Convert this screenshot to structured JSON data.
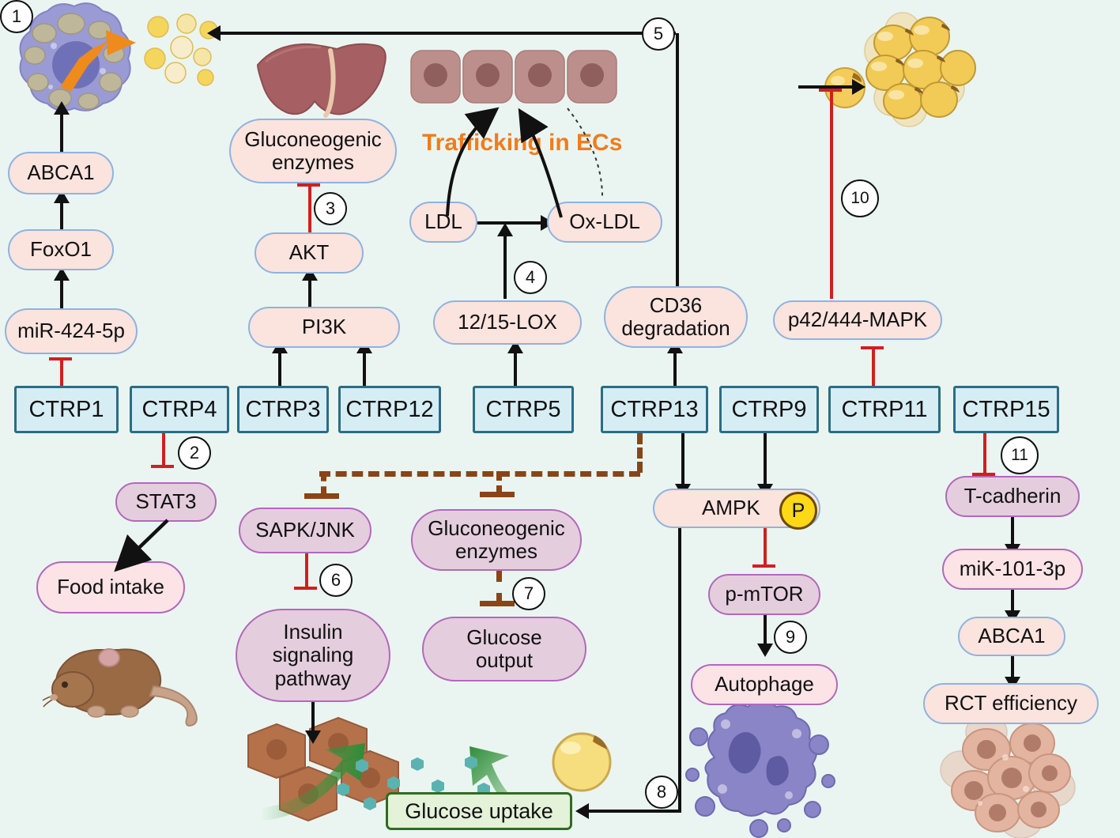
{
  "figure": {
    "background_color": "#eaf5f1",
    "accent_orange": "#f07c1e",
    "inhibit_red": "#d11f1f",
    "dashed_brown": "#8a4415",
    "ctrp_box_fill": "#d7edf4",
    "ctrp_box_border": "#2a6d86",
    "pink_fill": "#fbe3de",
    "blue_outline": "#8fb3de",
    "mauve_fill": "#e4cedd",
    "purple_outline": "#b368bb",
    "green_fill": "#e3f2d8",
    "green_outline": "#2f6b22",
    "phospho_badge": "P"
  },
  "annotations": {
    "trafficking": "Trafficking in ECs"
  },
  "ctrp_row": [
    {
      "id": "ctrp1",
      "label": "CTRP1"
    },
    {
      "id": "ctrp4",
      "label": "CTRP4"
    },
    {
      "id": "ctrp3",
      "label": "CTRP3"
    },
    {
      "id": "ctrp12",
      "label": "CTRP12"
    },
    {
      "id": "ctrp5",
      "label": "CTRP5"
    },
    {
      "id": "ctrp13",
      "label": "CTRP13"
    },
    {
      "id": "ctrp9",
      "label": "CTRP9"
    },
    {
      "id": "ctrp11",
      "label": "CTRP11"
    },
    {
      "id": "ctrp15",
      "label": "CTRP15"
    }
  ],
  "nodes": {
    "abca1_top": "ABCA1",
    "foxo1": "FoxO1",
    "mir424": "miR-424-5p",
    "stat3": "STAT3",
    "food_intake": "Food intake",
    "gluconeogenic_enzymes_top": "Gluconeogenic\nenzymes",
    "akt": "AKT",
    "pi3k": "PI3K",
    "ldl": "LDL",
    "oxldl": "Ox-LDL",
    "lox": "12/15-LOX",
    "cd36": "CD36\ndegradation",
    "mapk": "p42/444-MAPK",
    "sapk_jnk": "SAPK/JNK",
    "insulin_pathway": "Insulin\nsignaling\npathway",
    "gluconeogenic_enzymes_bottom": "Gluconeogenic\nenzymes",
    "glucose_output": "Glucose\noutput",
    "glucose_uptake": "Glucose uptake",
    "ampk": "AMPK",
    "pmtor": "p-mTOR",
    "autophage": "Autophage",
    "t_cadherin": "T-cadherin",
    "mik101": "miK-101-3p",
    "abca1_bottom": "ABCA1",
    "rct": "RCT  efficiency"
  },
  "markers": [
    {
      "id": "m1",
      "label": "1",
      "relation": "inhibition",
      "from": "CTRP1",
      "to": "miR-424-5p"
    },
    {
      "id": "m2",
      "label": "2",
      "relation": "inhibition",
      "from": "CTRP4",
      "to": "STAT3"
    },
    {
      "id": "m3",
      "label": "3",
      "relation": "inhibition",
      "from": "AKT",
      "to": "Gluconeogenic enzymes"
    },
    {
      "id": "m4",
      "label": "4",
      "relation": "activation",
      "from": "12/15-LOX",
      "to": "Ox-LDL"
    },
    {
      "id": "m5",
      "label": "5",
      "relation": "activation",
      "from": "CD36 degradation",
      "to": "cholesterol efflux"
    },
    {
      "id": "m6",
      "label": "6",
      "relation": "inhibition",
      "from": "SAPK/JNK",
      "to": "Insulin signaling pathway"
    },
    {
      "id": "m7",
      "label": "7",
      "relation": "inhibition",
      "from": "Gluconeogenic enzymes",
      "to": "Glucose output"
    },
    {
      "id": "m8",
      "label": "8",
      "relation": "activation",
      "from": "AMPK",
      "to": "Glucose uptake"
    },
    {
      "id": "m9",
      "label": "9",
      "relation": "activation",
      "from": "p-mTOR",
      "to": "Autophage"
    },
    {
      "id": "m10",
      "label": "10",
      "relation": "inhibition",
      "from": "p42/444-MAPK",
      "to": "adipocyte differentiation"
    },
    {
      "id": "m11",
      "label": "11",
      "relation": "inhibition",
      "from": "CTRP15",
      "to": "T-cadherin"
    }
  ],
  "illustrations": [
    {
      "id": "foam-cell",
      "name": "foam-cell-macrophage"
    },
    {
      "id": "liver",
      "name": "liver-organ"
    },
    {
      "id": "ec-row",
      "name": "endothelial-cell-row"
    },
    {
      "id": "adipocytes",
      "name": "adipocyte-cluster"
    },
    {
      "id": "mouse",
      "name": "mouse-animal"
    },
    {
      "id": "hepatocytes",
      "name": "hepatocyte-cells"
    },
    {
      "id": "adipocyte",
      "name": "single-adipocyte"
    },
    {
      "id": "macrophage",
      "name": "macrophage-cell"
    },
    {
      "id": "cells",
      "name": "cell-cluster"
    }
  ]
}
